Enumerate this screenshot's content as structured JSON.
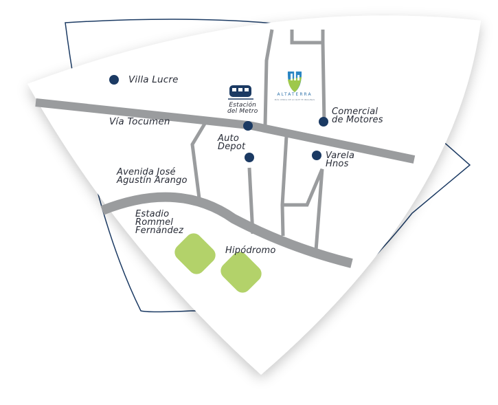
{
  "colors": {
    "marker": "#1b3a63",
    "road": "#9a9c9e",
    "park": "#b3d26a",
    "outline": "#1b3a63",
    "text": "#262a35"
  },
  "roads": [
    {
      "name": "Vía Tocumen",
      "label": "Vía Tocumen"
    },
    {
      "name": "Avenida José Agustín Arango",
      "label_line1": "Avenida José",
      "label_line2": "Agustín Arango"
    }
  ],
  "places": {
    "villa_lucre": {
      "label": "Villa Lucre",
      "icon": "location-dot"
    },
    "estacion_metro": {
      "label_line1": "Estación",
      "label_line2": "del Metro",
      "icon": "train-icon"
    },
    "altaterra": {
      "name": "ALTATERRA",
      "tagline": "MÁS CERCA DE LO QUE TE IMAGINAS",
      "icon": "altaterra-logo"
    },
    "comercial_motores": {
      "label_line1": "Comercial",
      "label_line2": "de Motores",
      "icon": "location-dot"
    },
    "auto_depot": {
      "label_line1": "Auto",
      "label_line2": "Depot",
      "icon": "location-dot"
    },
    "varela_hnos": {
      "label_line1": "Varela",
      "label_line2": "Hnos",
      "icon": "location-dot"
    },
    "estadio": {
      "label_line1": "Estadio",
      "label_line2": "Rommel",
      "label_line3": "Fernández"
    },
    "hipodromo": {
      "label": "Hipódromo"
    }
  }
}
